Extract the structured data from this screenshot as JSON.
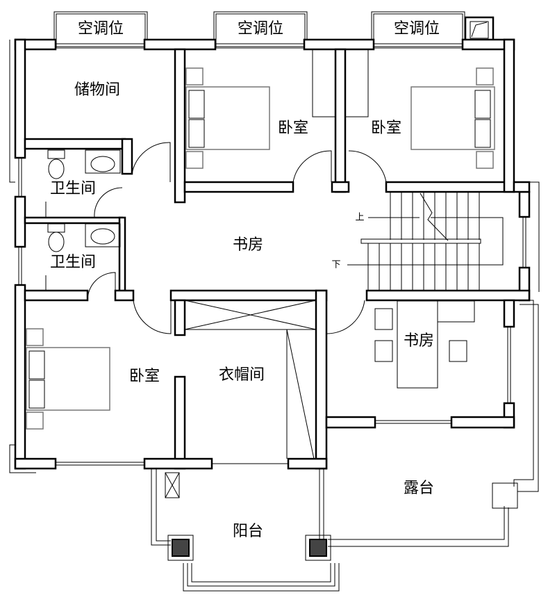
{
  "plan": {
    "ac_positions": [
      "空调位",
      "空调位",
      "空调位"
    ],
    "rooms": {
      "storage": "储物间",
      "bathroom_1": "卫生间",
      "bathroom_2": "卫生间",
      "bedroom_top_left": "卧室",
      "bedroom_top_right": "卧室",
      "bedroom_bottom_left": "卧室",
      "study_hall": "书房",
      "study_room": "书房",
      "cloakroom": "衣帽间",
      "terrace": "露台",
      "balcony": "阳台"
    },
    "stairs": {
      "up": "上",
      "down": "下"
    }
  }
}
